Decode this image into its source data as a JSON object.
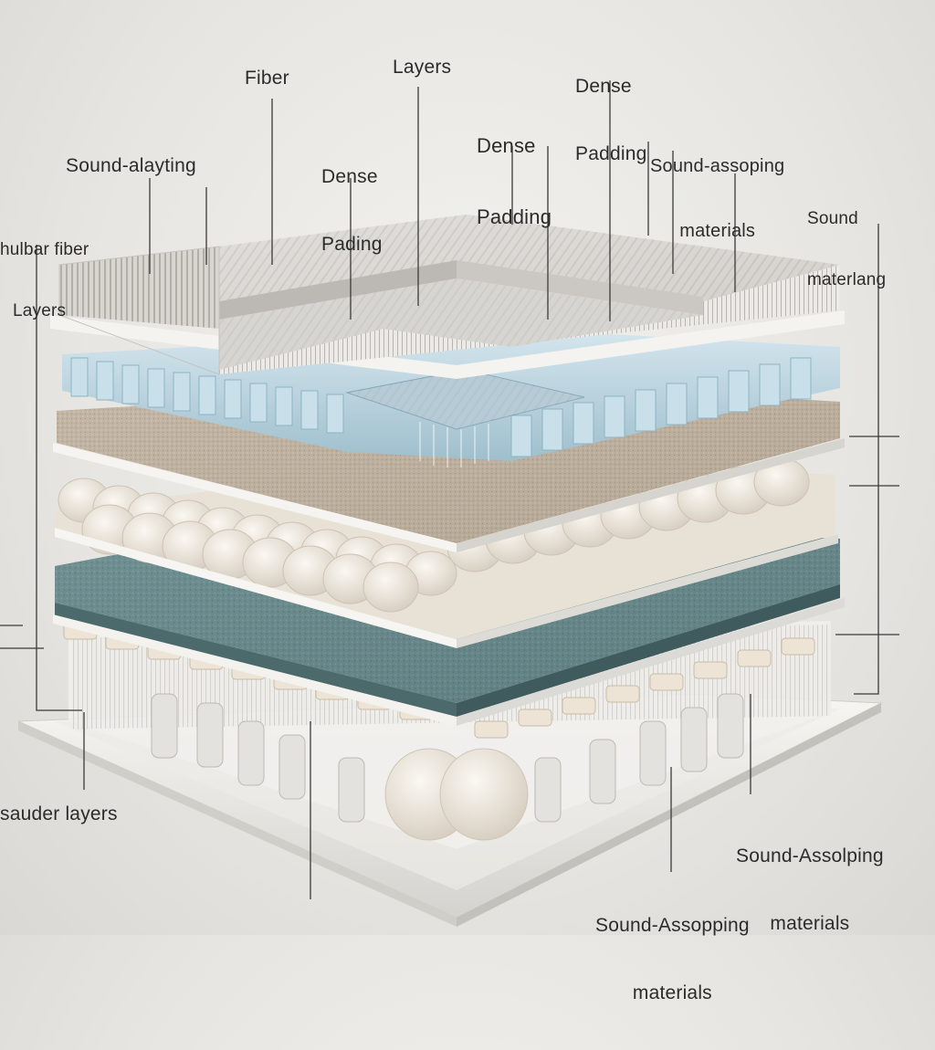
{
  "labels": {
    "fiber": {
      "lines": [
        "Fiber"
      ]
    },
    "layers_top": {
      "lines": [
        "Layers"
      ]
    },
    "dense_padding_top": {
      "lines": [
        "Dense",
        "Padding"
      ]
    },
    "dense_padding_mid": {
      "lines": [
        "Dense",
        "Padding"
      ]
    },
    "dense_padding_left": {
      "lines": [
        "Dense",
        "Pading"
      ]
    },
    "sound_absorbing_top": {
      "lines": [
        "Sound-assoping",
        "materials"
      ]
    },
    "sound_alayting": {
      "lines": [
        "Sound-alayting"
      ]
    },
    "hulbar_fiber": {
      "lines": [
        "hulbar fiber",
        "Layers"
      ]
    },
    "sound_materlang": {
      "lines": [
        "Sound",
        "materlang"
      ]
    },
    "sauder_layers": {
      "lines": [
        "sauder layers"
      ]
    },
    "sound_asolping_right": {
      "lines": [
        "Sound-Assolping",
        "materials"
      ]
    },
    "sound_assopping_bottom": {
      "lines": [
        "Sound-Assopping",
        "materials"
      ]
    }
  },
  "colors": {
    "background": "#e6e5e1",
    "fiber_layer": "#d8d6d2",
    "foam_layer": "#b9d3df",
    "felt_layer": "#b9ab99",
    "pillow_layer": "#f1ece3",
    "carpet_layer": "#5f7f82",
    "base_board": "#efeeeb",
    "leader_line": "#3a3a3a"
  }
}
